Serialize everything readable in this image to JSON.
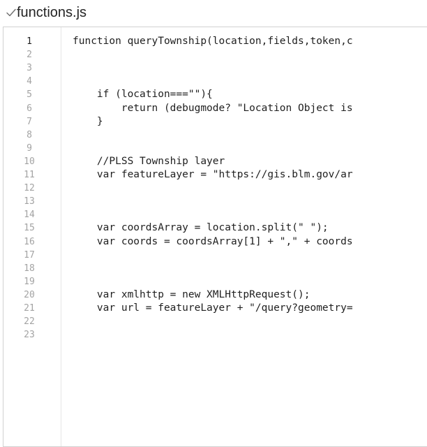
{
  "header": {
    "check_icon": "checkmark-icon",
    "filename": "functions.js",
    "check_color": "#6f6f6f"
  },
  "editor": {
    "active_line": 1,
    "lines": [
      {
        "n": "1",
        "text": "function queryTownship(location,fields,token,c"
      },
      {
        "n": "2",
        "text": ""
      },
      {
        "n": "3",
        "text": ""
      },
      {
        "n": "4",
        "text": ""
      },
      {
        "n": "5",
        "text": "    if (location===\"\"){"
      },
      {
        "n": "6",
        "text": "        return (debugmode? \"Location Object is"
      },
      {
        "n": "7",
        "text": "    }"
      },
      {
        "n": "8",
        "text": ""
      },
      {
        "n": "9",
        "text": ""
      },
      {
        "n": "10",
        "text": "    //PLSS Township layer"
      },
      {
        "n": "11",
        "text": "    var featureLayer = \"https://gis.blm.gov/ar"
      },
      {
        "n": "12",
        "text": ""
      },
      {
        "n": "13",
        "text": ""
      },
      {
        "n": "14",
        "text": ""
      },
      {
        "n": "15",
        "text": "    var coordsArray = location.split(\" \");"
      },
      {
        "n": "16",
        "text": "    var coords = coordsArray[1] + \",\" + coords"
      },
      {
        "n": "17",
        "text": ""
      },
      {
        "n": "18",
        "text": ""
      },
      {
        "n": "19",
        "text": ""
      },
      {
        "n": "20",
        "text": "    var xmlhttp = new XMLHttpRequest();"
      },
      {
        "n": "21",
        "text": "    var url = featureLayer + \"/query?geometry="
      },
      {
        "n": "22",
        "text": ""
      },
      {
        "n": "23",
        "text": ""
      }
    ]
  }
}
